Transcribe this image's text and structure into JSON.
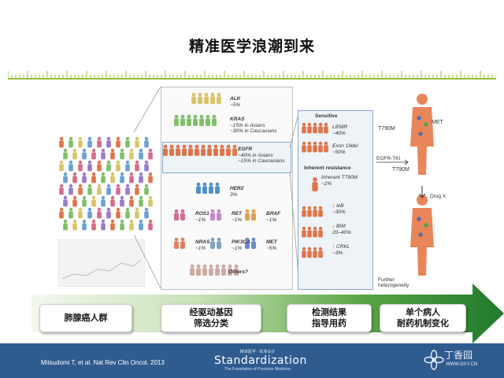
{
  "slide": {
    "title": "精准医学浪潮到来",
    "citation": "Mitsudomi T, et al. Nat Rev Clin Oncol. 2013"
  },
  "figure": {
    "subtypes": [
      {
        "gene": "ALK",
        "freq": "~5%"
      },
      {
        "gene": "KRAS",
        "freq": "~15% in Asians\n~30% in Caucasians"
      },
      {
        "gene": "EGFR",
        "freq": "~40% in Asians\n~15% in Caucasians"
      },
      {
        "gene": "HER2",
        "freq": "3%"
      },
      {
        "gene": "ROS1",
        "freq": "~1%"
      },
      {
        "gene": "RET",
        "freq": "~1%"
      },
      {
        "gene": "BRAF",
        "freq": "~1%"
      },
      {
        "gene": "NRAS",
        "freq": "~1%"
      },
      {
        "gene": "PIK3CA",
        "freq": "~1%"
      },
      {
        "gene": "MET",
        "freq": "~5%"
      },
      {
        "gene": "Others?",
        "freq": ""
      }
    ],
    "sensitivity": {
      "sensitive_heading": "Sensitive",
      "l858r": "L858R",
      "l858r_freq": "~40%",
      "exon19": "Exon 19del",
      "exon19_freq": "~50%",
      "inherent_heading": "Inherent resistance",
      "t790m": "Inherent T790M",
      "t790m_freq": "~2%",
      "ikb": "↓ IκB",
      "ikb_freq": "~30%",
      "bim": "↓ BIM",
      "bim_freq": "20–40%",
      "crkl": "↑ CRKL",
      "crkl_freq": "~3%"
    },
    "resistance": {
      "t790m_top": "T790M",
      "met": "MET",
      "egfr_tki": "EGFR-TKI",
      "t790m_bottom": "T790M",
      "drug_x": "Drug X",
      "further": "Further\nheterogeneity"
    }
  },
  "stages": [
    {
      "line1": "肺腺癌人群",
      "line2": ""
    },
    {
      "line1": "经驱动基因",
      "line2": "筛选分类"
    },
    {
      "line1": "检测结果",
      "line2": "指导用药"
    },
    {
      "line1": "单个病人",
      "line2": "耐药机制变化"
    }
  ],
  "brand": {
    "top": "精准医学 · 标准设计",
    "main": "Standardization",
    "sub": "The Foundation of Precision Medicine"
  },
  "watermark": {
    "name": "丁香园",
    "url": "WWW.DXY.CN"
  },
  "colors": {
    "footer": "#2f5b8f",
    "ruler": "#9bbf3a",
    "arrow_start": "#e9f2e0",
    "arrow_end": "#1f7a2c",
    "egfr_figure": "#e0744a",
    "alk_figure": "#d8c46a",
    "kras_figure": "#7fbf6a"
  }
}
